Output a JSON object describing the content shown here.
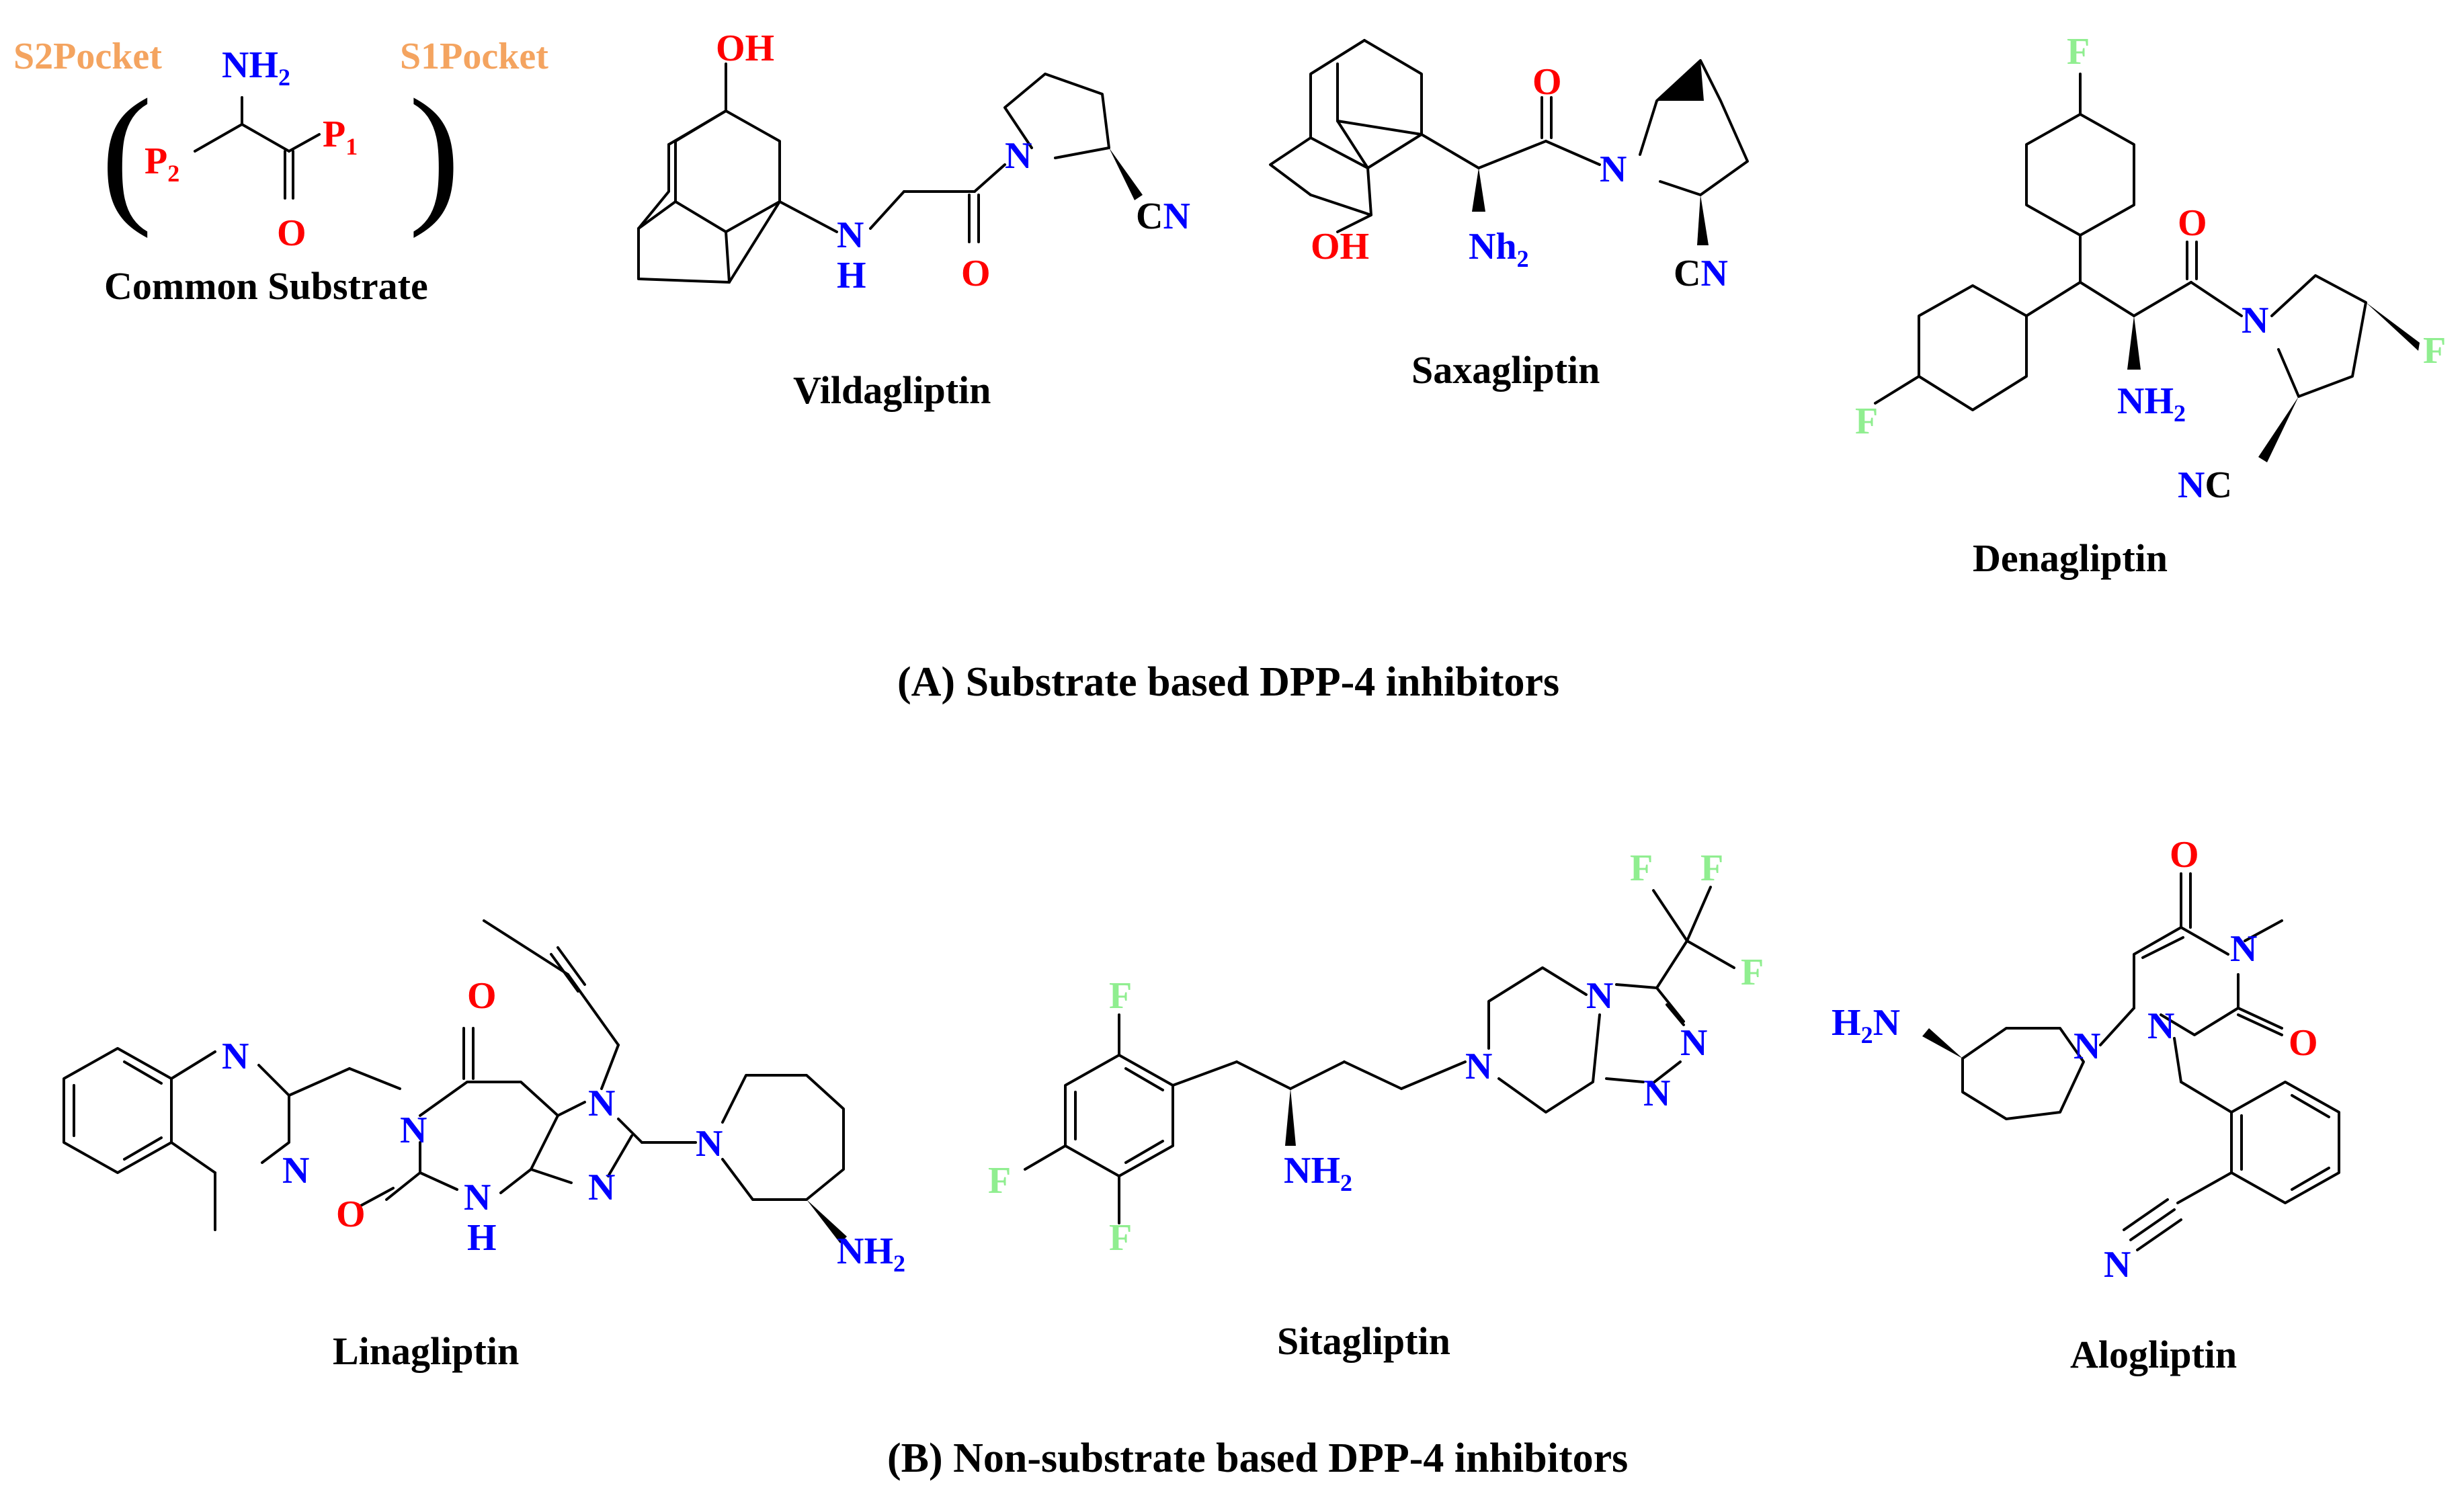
{
  "colors": {
    "pocket": "#f4a460",
    "oxygen": "#ff0000",
    "nitrogen": "#0000ff",
    "fluorine": "#90ee90",
    "bond": "#000000"
  },
  "section_a": {
    "label": "(A) Substrate based DPP-4 inhibitors"
  },
  "section_b": {
    "label": "(B) Non-substrate based DPP-4 inhibitors"
  },
  "common_substrate": {
    "name": "Common Substrate",
    "s2_label": "S2Pocket",
    "s1_label": "S1Pocket",
    "amine": "NH",
    "amine_sub": "2",
    "p2": "P",
    "p2_sub": "2",
    "p1": "P",
    "p1_sub": "1",
    "oxygen": "O",
    "paren_left": "(",
    "paren_right": ")"
  },
  "vildagliptin": {
    "name": "Vildagliptin",
    "oh": "OH",
    "nh_n": "N",
    "nh_h": "H",
    "ring_n": "N",
    "oxygen": "O",
    "nitrile": "CN"
  },
  "saxagliptin": {
    "name": "Saxagliptin",
    "oh": "OH",
    "amine": "Nh",
    "amine_sub": "2",
    "oxygen": "O",
    "ring_n": "N",
    "nitrile": "CN"
  },
  "denagliptin": {
    "name": "Denagliptin",
    "f_top": "F",
    "f_left": "F",
    "f_ring": "F",
    "oxygen": "O",
    "ring_n": "N",
    "amine": "NH",
    "amine_sub": "2",
    "nitrile_n": "N",
    "nitrile_c": "C"
  },
  "linagliptin": {
    "name": "Linagliptin",
    "quin_n1": "N",
    "quin_n2": "N",
    "n_left": "N",
    "oxygen_top": "O",
    "oxygen_bottom": "O",
    "nh_n": "N",
    "nh_h": "H",
    "n7": "N",
    "n9": "N",
    "pip_n": "N",
    "amine": "NH",
    "amine_sub": "2"
  },
  "sitagliptin": {
    "name": "Sitagliptin",
    "f_top": "F",
    "f_left": "F",
    "f_bottom": "F",
    "cf3_f1": "F",
    "cf3_f2": "F",
    "cf3_f3": "F",
    "amine": "NH",
    "amine_sub": "2",
    "n_pip": "N",
    "n_fused": "N",
    "n_tri1": "N",
    "n_tri2": "N"
  },
  "alogliptin": {
    "name": "Alogliptin",
    "oxygen_top": "O",
    "oxygen_right": "O",
    "n_methyl": "N",
    "n_benzyl": "N",
    "pip_n": "N",
    "amine": "H",
    "amine_sub": "2",
    "amine_n": "N",
    "nitrile_n": "N"
  }
}
